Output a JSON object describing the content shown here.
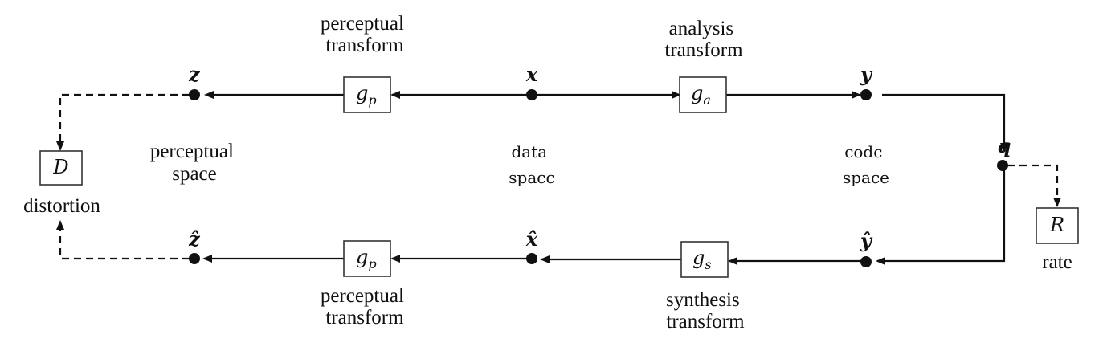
{
  "nodes": {
    "z": "z",
    "x": "x",
    "y": "y",
    "q": "q",
    "z_hat": "ẑ",
    "x_hat": "x̂",
    "y_hat": "ŷ"
  },
  "boxes": {
    "gp_top": {
      "base": "g",
      "sub": "p"
    },
    "ga": {
      "base": "g",
      "sub": "a"
    },
    "gp_bottom": {
      "base": "g",
      "sub": "p"
    },
    "gs": {
      "base": "g",
      "sub": "s"
    },
    "D": "D",
    "R": "R"
  },
  "labels": {
    "perceptual_transform_top": [
      "perceptual",
      "transform"
    ],
    "analysis_transform": [
      "analysis",
      "transform"
    ],
    "perceptual_space": [
      "perceptual",
      "space"
    ],
    "data_space": [
      "data",
      "spacc"
    ],
    "code_space": [
      "codc",
      "space"
    ],
    "distortion": "distortion",
    "rate": "rate",
    "perceptual_transform_bottom": [
      "perceptual",
      "transform"
    ],
    "synthesis_transform": [
      "synthesis",
      "transform"
    ]
  }
}
